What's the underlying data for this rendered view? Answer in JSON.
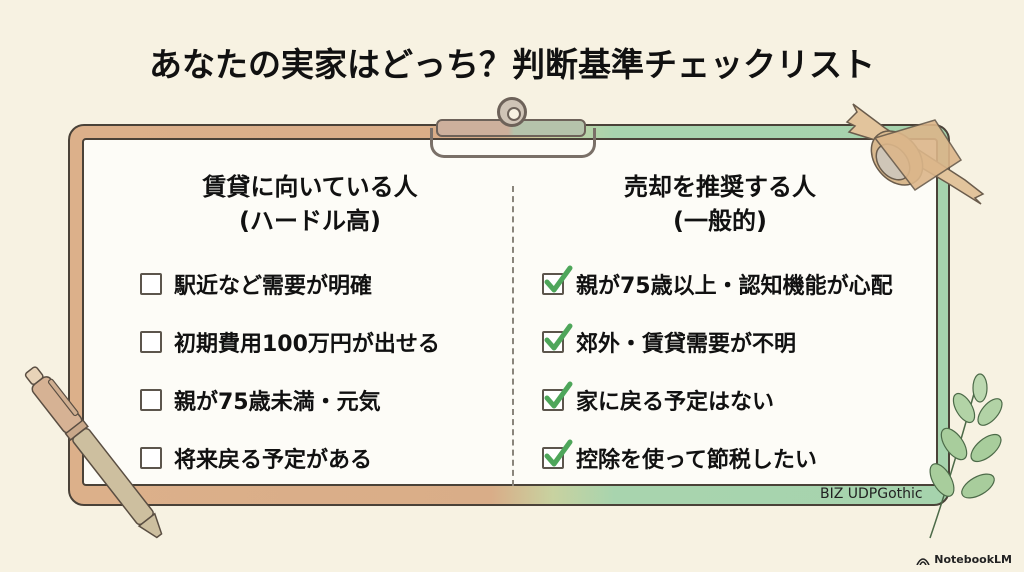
{
  "title": "あなたの実家はどっち？判断基準チェックリスト",
  "left_column": {
    "heading_line1": "賃貸に向いている人",
    "heading_line2": "(ハードル高)",
    "items": [
      {
        "label": "駅近など需要が明確",
        "checked": false
      },
      {
        "label": "初期費用100万円が出せる",
        "checked": false
      },
      {
        "label": "親が75歳未満・元気",
        "checked": false
      },
      {
        "label": "将来戻る予定がある",
        "checked": false
      }
    ]
  },
  "right_column": {
    "heading_line1": "売却を推奨する人",
    "heading_line2": "(一般的)",
    "items": [
      {
        "label": "親が75歳以上・認知機能が心配",
        "checked": true
      },
      {
        "label": "郊外・賃貸需要が不明",
        "checked": true
      },
      {
        "label": "家に戻る予定はない",
        "checked": true
      },
      {
        "label": "控除を使って節税したい",
        "checked": true
      }
    ]
  },
  "font_note": "BIZ UDPGothic",
  "brand": {
    "label": "NotebookLM",
    "icon": "notebooklm-logo-icon"
  },
  "colors": {
    "background": "#f7f2e2",
    "frame_left": "#dcb08a",
    "frame_right": "#a6d3ad",
    "check_green": "#4ea65a",
    "paper": "#fdfcf7"
  },
  "decorations": [
    "clipboard-clip",
    "washi-tape-roll",
    "pen",
    "leafy-sprig"
  ]
}
